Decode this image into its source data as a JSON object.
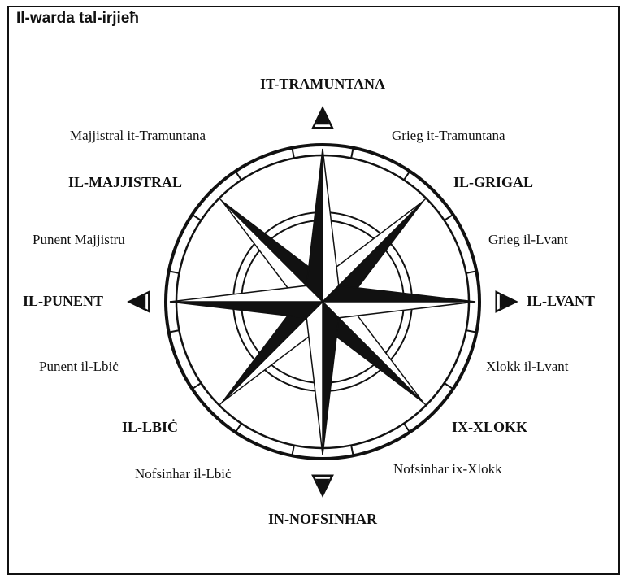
{
  "title": "Il-warda tal-irjieħ",
  "directions": {
    "n": "IT-TRAMUNTANA",
    "ne": "IL-GRIGAL",
    "e": "IL-LVANT",
    "se": "IX-XLOKK",
    "s": "IN-NOFSINHAR",
    "sw": "IL-LBIĊ",
    "w": "IL-PUNENT",
    "nw": "IL-MAJJISTRAL"
  },
  "intermediate": {
    "nne": "Grieg it-Tramuntana",
    "ene": "Grieg il-Lvant",
    "ese": "Xlokk il-Lvant",
    "sse": "Nofsinhar ix-Xlokk",
    "ssw": "Nofsinhar il-Lbiċ",
    "wsw": "Punent il-Lbiċ",
    "wnw": "Punent Majjistru",
    "nnw": "Majjistral it-Tramuntana"
  },
  "colors": {
    "ink": "#111111",
    "background": "#ffffff"
  }
}
